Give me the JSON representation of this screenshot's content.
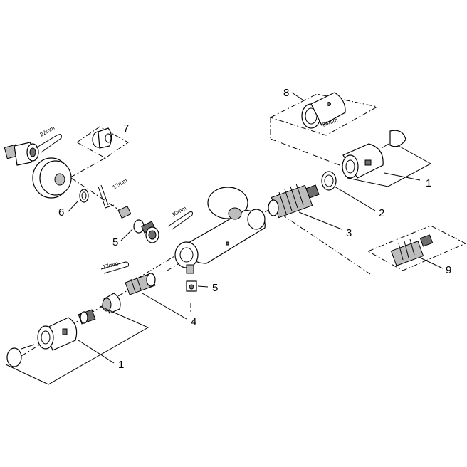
{
  "callouts": {
    "n1_top": "1",
    "n2": "2",
    "n3": "3",
    "n4": "4",
    "n5_left": "5",
    "n5_bottom": "5",
    "n6": "6",
    "n7": "7",
    "n8": "8",
    "n9": "9",
    "n1_bottom": "1"
  },
  "tool_sizes": {
    "wrench_22": "22mm",
    "hex_key_12": "12mm",
    "wrench_30": "30mm",
    "wrench_17": "17mm",
    "handle_34": "34mm"
  },
  "colors": {
    "line": "#000000",
    "shade": "#bdbdbd",
    "dark": "#6e6e6e",
    "background": "#ffffff"
  }
}
